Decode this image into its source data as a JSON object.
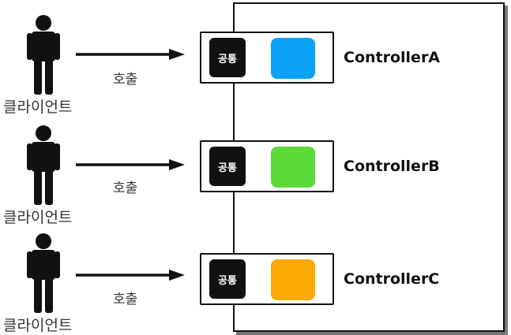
{
  "diagram": {
    "rows": [
      {
        "client_label": "클라이언트",
        "call_label": "호출",
        "common_label": "공통",
        "controller_name": "ControllerA",
        "block_color": "#0aa2f5"
      },
      {
        "client_label": "클라이언트",
        "call_label": "호출",
        "common_label": "공통",
        "controller_name": "ControllerB",
        "block_color": "#5ed93a"
      },
      {
        "client_label": "클라이언트",
        "call_label": "호출",
        "common_label": "공통",
        "controller_name": "ControllerC",
        "block_color": "#fbaa04"
      }
    ]
  }
}
